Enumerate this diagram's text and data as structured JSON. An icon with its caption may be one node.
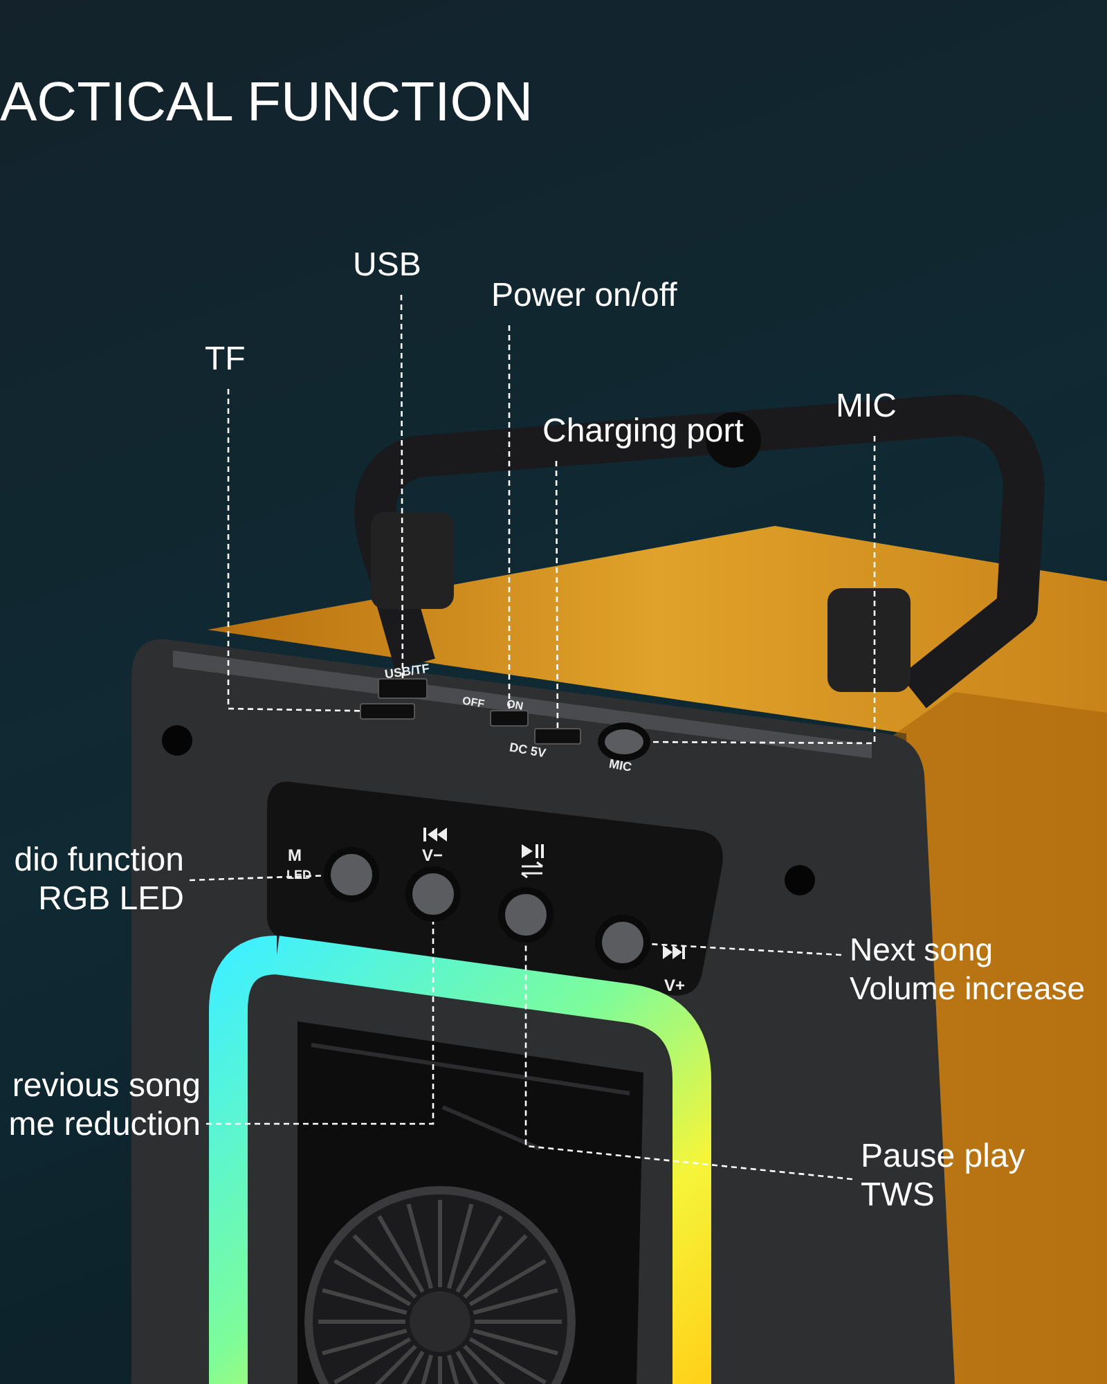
{
  "diagram": {
    "title": "ACTICAL FUNCTION",
    "nodes": [
      {
        "text": [
          "TF"
        ]
      },
      {
        "text": [
          "USB"
        ]
      },
      {
        "text": [
          "Power on/off"
        ]
      },
      {
        "text": [
          "Charging port"
        ]
      },
      {
        "text": [
          "MIC"
        ]
      },
      {
        "text": [
          "dio function",
          "RGB LED"
        ]
      },
      {
        "text": [
          "revious song",
          "me reduction"
        ]
      },
      {
        "text": [
          "Next song",
          "Volume increase"
        ]
      },
      {
        "text": [
          "Pause play",
          "TWS"
        ]
      },
      {
        "text": [],
        "shape": "box"
      },
      {
        "text": [],
        "shape": "box"
      },
      {
        "text": [],
        "shape": "box"
      },
      {
        "text": [],
        "shape": "box"
      },
      {
        "text": [],
        "shape": "circle"
      },
      {
        "text": [],
        "shape": "circle"
      },
      {
        "text": [],
        "shape": "circle"
      },
      {
        "text": [],
        "shape": "circle"
      },
      {
        "text": [],
        "shape": "circle"
      }
    ],
    "edges": [
      {
        "from": 0,
        "to": 9,
        "arrow": "none"
      },
      {
        "from": 1,
        "to": 10,
        "arrow": "none"
      },
      {
        "from": 2,
        "to": 11,
        "arrow": "none"
      },
      {
        "from": 3,
        "to": 12,
        "arrow": "none"
      },
      {
        "from": 4,
        "to": 13,
        "arrow": "none"
      },
      {
        "from": 5,
        "to": 14,
        "arrow": "none"
      },
      {
        "from": 6,
        "to": 15,
        "arrow": "none"
      },
      {
        "from": 7,
        "to": 17,
        "arrow": "none"
      },
      {
        "from": 8,
        "to": 16,
        "arrow": "none"
      }
    ],
    "labels": [
      "USB/TF",
      "OFF",
      "ON",
      "DC 5V",
      "MIC",
      "M",
      "LED",
      "V−",
      "V+"
    ]
  }
}
